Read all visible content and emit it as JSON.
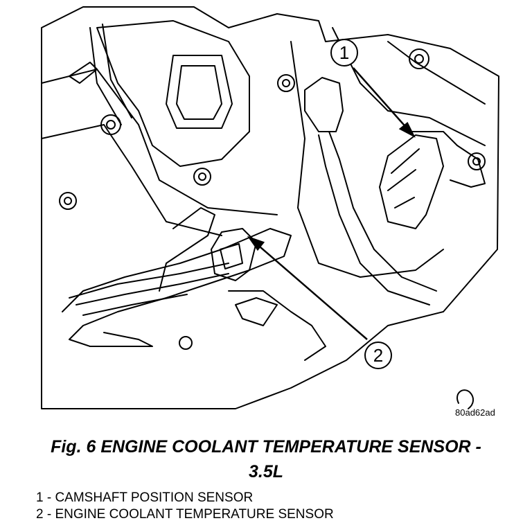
{
  "figure": {
    "callouts": [
      {
        "number": "1"
      },
      {
        "number": "2"
      }
    ],
    "image_code": "80ad62ad"
  },
  "caption": {
    "line1": "Fig. 6 ENGINE COOLANT TEMPERATURE SENSOR -",
    "line2": "3.5L"
  },
  "legend": [
    {
      "text": "1 - CAMSHAFT POSITION SENSOR"
    },
    {
      "text": "2 - ENGINE COOLANT TEMPERATURE SENSOR"
    }
  ]
}
